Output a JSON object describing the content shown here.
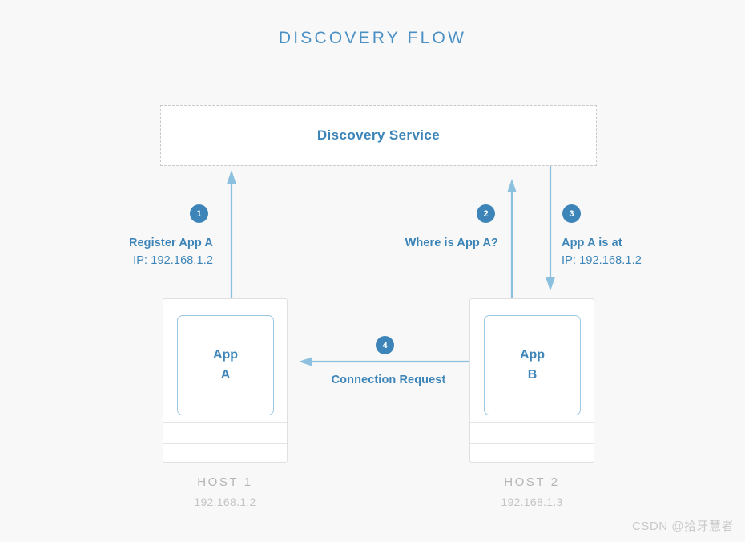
{
  "page": {
    "title": "DISCOVERY FLOW",
    "background_color": "#f8f8f8",
    "accent_color": "#3d85b8",
    "muted_color": "#b4b4b4"
  },
  "discovery_service": {
    "label": "Discovery Service",
    "border_style": "dashed",
    "border_color": "#c9c9c9"
  },
  "hosts": [
    {
      "name": "HOST 1",
      "ip": "192.168.1.2",
      "app_word": "App",
      "app_letter": "A"
    },
    {
      "name": "HOST 2",
      "ip": "192.168.1.3",
      "app_word": "App",
      "app_letter": "B"
    }
  ],
  "steps": [
    {
      "number": "1",
      "lead": "Register App A",
      "sub": "IP: 192.168.1.2",
      "direction": "up",
      "from": "App A",
      "to": "Discovery Service"
    },
    {
      "number": "2",
      "lead": "Where is App A?",
      "sub": "",
      "direction": "up",
      "from": "App B",
      "to": "Discovery Service"
    },
    {
      "number": "3",
      "lead": "App A is at",
      "sub": "IP: 192.168.1.2",
      "direction": "down",
      "from": "Discovery Service",
      "to": "Host 2"
    },
    {
      "number": "4",
      "lead": "Connection Request",
      "sub": "",
      "direction": "left",
      "from": "App B",
      "to": "App A"
    }
  ],
  "watermark": "CSDN @拾牙慧者"
}
